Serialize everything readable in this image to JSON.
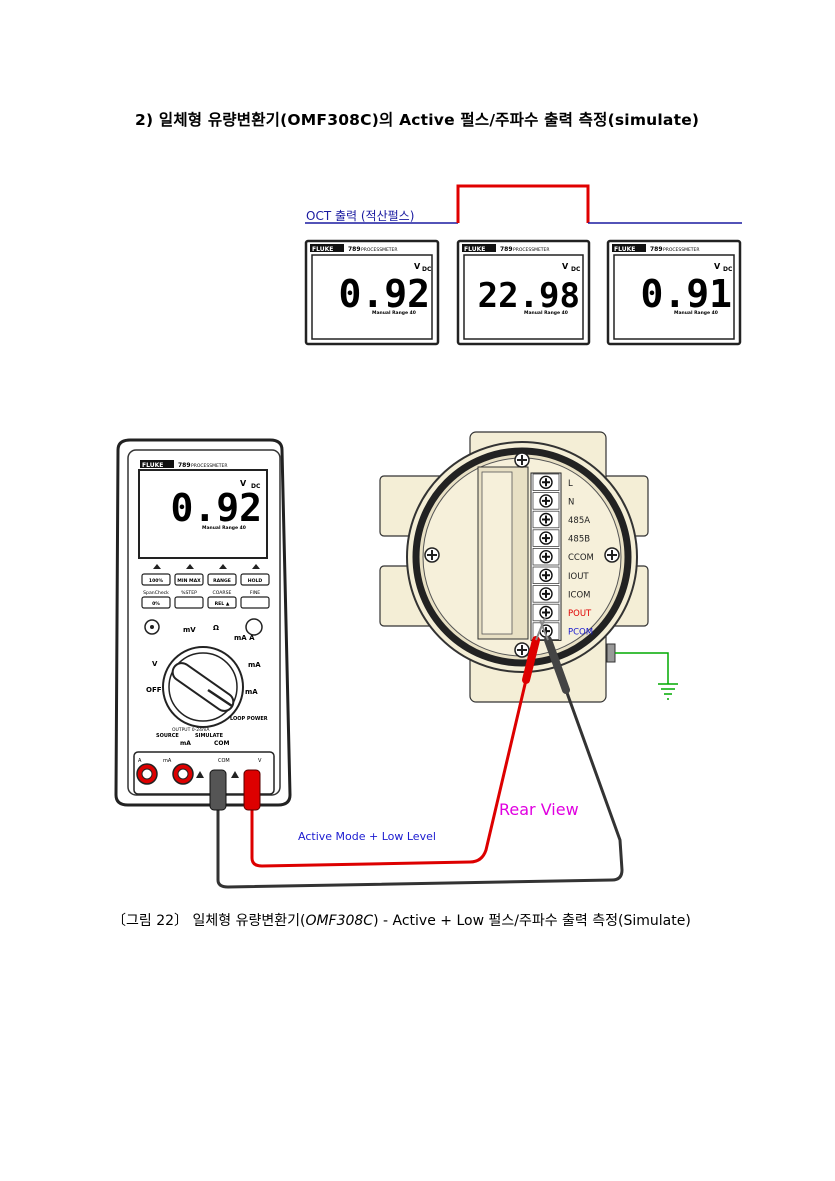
{
  "section_heading": "2) 일체형 유량변환기(OMF308C)의 Active 펄스/주파수 출력 측정(simulate)",
  "pulse_diagram": {
    "label": "OCT 출력 (적산펄스)",
    "colors": {
      "baseline": "#1a1aa0",
      "pulse": "#e00000"
    }
  },
  "meter_panels": [
    {
      "brand": "FLUKE",
      "model": "789",
      "model_sub": "PROCESSMETER",
      "reading": "0.92",
      "unit": "V",
      "mode": "DC",
      "range_text": "Manual Range 40"
    },
    {
      "brand": "FLUKE",
      "model": "789",
      "model_sub": "PROCESSMETER",
      "reading": "22.98",
      "unit": "V",
      "mode": "DC",
      "range_text": "Manual Range 40"
    },
    {
      "brand": "FLUKE",
      "model": "789",
      "model_sub": "PROCESSMETER",
      "reading": "0.91",
      "unit": "V",
      "mode": "DC",
      "range_text": "Manual Range 40"
    }
  ],
  "multimeter": {
    "brand": "FLUKE",
    "model": "789",
    "model_sub": "PROCESSMETER",
    "reading": "0.92",
    "unit": "V",
    "mode": "DC",
    "range_text": "Manual Range 40",
    "buttons_row1": [
      "100%",
      "MIN MAX",
      "RANGE",
      "HOLD"
    ],
    "labels_row2": [
      "SpanCheck",
      "%STEP",
      "COARSE",
      "FINE"
    ],
    "buttons_row2": [
      "0%",
      "",
      "REL ▲",
      ""
    ],
    "dial_labels": {
      "v_ac": "V",
      "mv": "mV",
      "ohm": "Ω",
      "ma_a": "mA A",
      "off": "OFF",
      "ma_right": "mA",
      "ma_loop": "mA",
      "loop_power": "LOOP POWER",
      "output_label": "OUTPUT 0-24mA",
      "source": "SOURCE",
      "simulate": "SIMULATE",
      "ma_bottom": "mA",
      "com": "COM"
    },
    "jack_labels": [
      "A",
      "mA",
      "COM",
      "V"
    ]
  },
  "terminal_block": {
    "labels": [
      "L",
      "N",
      "485A",
      "485B",
      "CCOM",
      "IOUT",
      "ICOM",
      "POUT",
      "PCOM"
    ],
    "colors": {
      "POUT": "#e00000",
      "PCOM": "#1a1ad0",
      "default": "#222222"
    }
  },
  "annotations": {
    "rear_view": "Rear View",
    "active_mode": "Active Mode + Low Level",
    "colors": {
      "rear_view": "#e000e0",
      "active_mode": "#1a1ad0",
      "ground": "#00aa00",
      "red_lead": "#dd0000",
      "black_lead": "#333333"
    }
  },
  "figure_caption": {
    "prefix": "〔그림 22〕 일체형 유량변환기(",
    "model": "OMF308C",
    "suffix": ") - Active + Low 펄스/주파수 출력 측정(Simulate)"
  }
}
